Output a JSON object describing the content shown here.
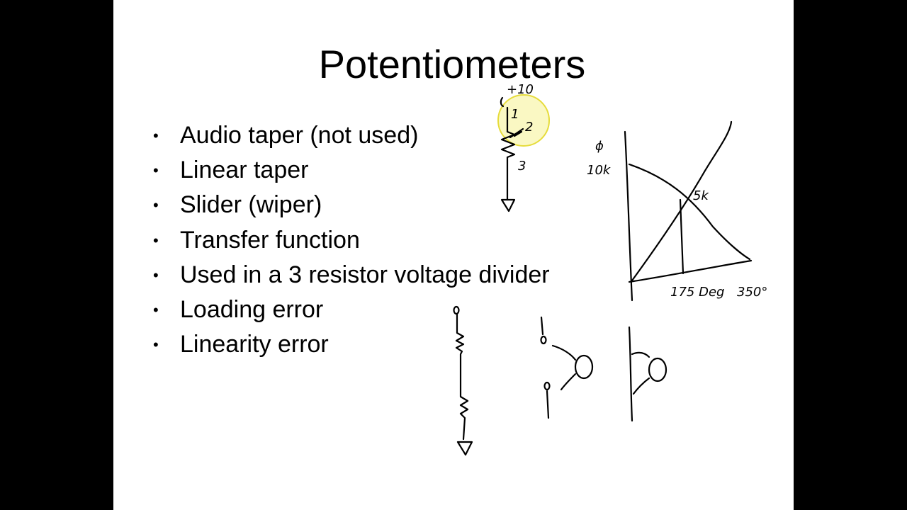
{
  "slide": {
    "title": "Potentiometers",
    "bullets": [
      {
        "marker": "•",
        "text": "Audio taper (not used)"
      },
      {
        "marker": "•",
        "text": "Linear taper"
      },
      {
        "marker": "•",
        "text": "Slider (wiper)"
      },
      {
        "marker": "•",
        "text": "Transfer function"
      },
      {
        "marker": "•",
        "text": "Used in a 3 resistor voltage divider"
      },
      {
        "marker": "•",
        "text": "Loading error"
      },
      {
        "marker": "•",
        "text": "Linearity error"
      }
    ]
  },
  "annotations": {
    "pot_pin_top": "+10",
    "pot_pin_1": "1",
    "pot_pin_2": "2",
    "pot_pin_3": "3",
    "phi_label": "ϕ",
    "resistance_label": "10k",
    "crossover_label": "5k",
    "mid_angle_label": "175 Deg",
    "max_angle_label": "350°"
  },
  "colors": {
    "letterbox": "#000000",
    "slide_background": "#ffffff",
    "ink": "#000000",
    "cursor_highlight": "#f5f07a"
  }
}
